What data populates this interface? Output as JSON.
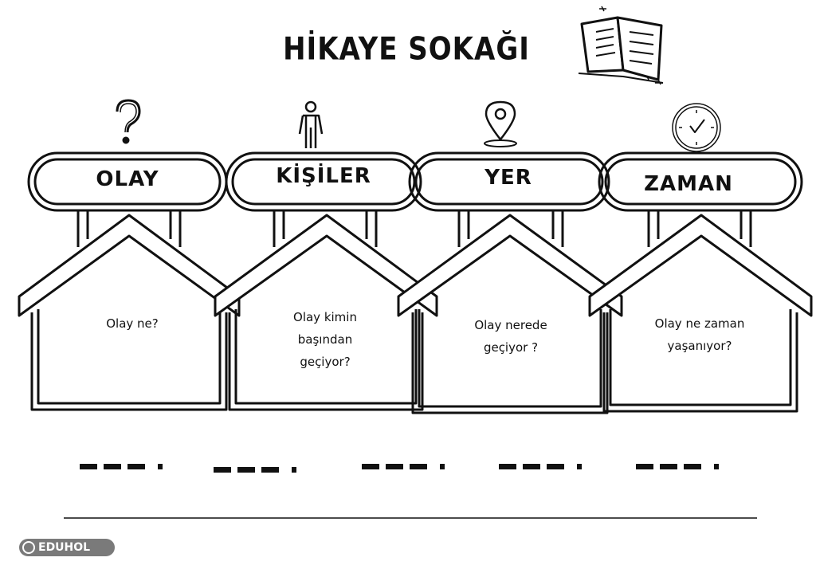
{
  "title": "HİKAYE SOKAĞI",
  "houses": [
    {
      "label": "OLAY",
      "icon": "question-mark-icon",
      "question": "Olay ne?"
    },
    {
      "label": "KİŞİLER",
      "icon": "person-icon",
      "question": "Olay kimin başından geçiyor?"
    },
    {
      "label": "YER",
      "icon": "location-pin-icon",
      "question": "Olay nerede geçiyor ?"
    },
    {
      "label": "ZAMAN",
      "icon": "clock-icon",
      "question": "Olay ne zaman yaşanıyor?"
    }
  ],
  "logo": {
    "text": "EDUHOL"
  }
}
